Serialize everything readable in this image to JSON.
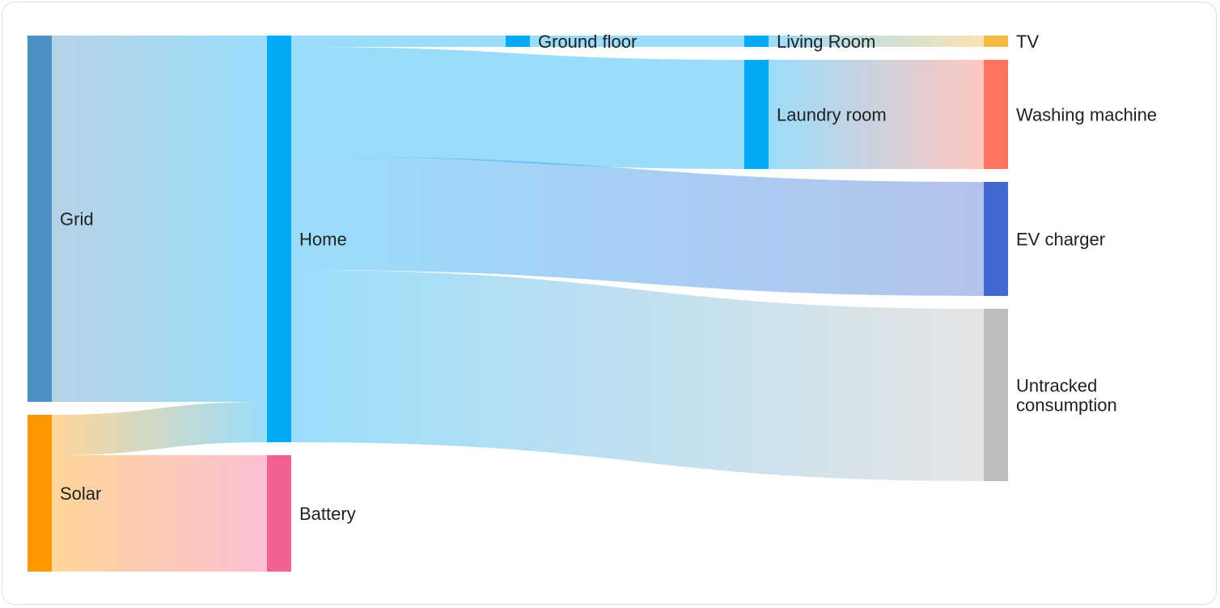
{
  "chart_data": {
    "type": "sankey",
    "nodes": [
      {
        "id": "grid",
        "label": "Grid",
        "color": "#4a90c4",
        "column": 0,
        "value": 4.53
      },
      {
        "id": "solar",
        "label": "Solar",
        "color": "#ff9800",
        "column": 0,
        "value": 1.94
      },
      {
        "id": "home",
        "label": "Home",
        "color": "#03a9f4",
        "column": 1,
        "value": 5.03
      },
      {
        "id": "battery",
        "label": "Battery",
        "color": "#f06292",
        "column": 1,
        "value": 1.44
      },
      {
        "id": "ground_floor",
        "label": "Ground floor",
        "color": "#03a9f4",
        "column": 2,
        "value": 0.14
      },
      {
        "id": "living_room",
        "label": "Living Room",
        "color": "#03a9f4",
        "column": 3,
        "value": 0.14
      },
      {
        "id": "laundry_room",
        "label": "Laundry room",
        "color": "#03a9f4",
        "column": 3,
        "value": 1.35
      },
      {
        "id": "tv",
        "label": "TV",
        "color": "#f4b942",
        "column": 4,
        "value": 0.14
      },
      {
        "id": "washing_machine",
        "label": "Washing machine",
        "color": "#ff7360",
        "column": 4,
        "value": 1.35
      },
      {
        "id": "ev_charger",
        "label": "EV charger",
        "color": "#4367d1",
        "column": 4,
        "value": 1.41
      },
      {
        "id": "untracked",
        "label": [
          "Untracked",
          "consumption"
        ],
        "color": "#bdbdbd",
        "column": 4,
        "value": 2.13
      }
    ],
    "links": [
      {
        "source": "grid",
        "target": "home",
        "value": 4.53
      },
      {
        "source": "solar",
        "target": "home",
        "value": 0.5
      },
      {
        "source": "solar",
        "target": "battery",
        "value": 1.44
      },
      {
        "source": "home",
        "target": "ground_floor",
        "value": 0.14
      },
      {
        "source": "ground_floor",
        "target": "living_room",
        "value": 0.14
      },
      {
        "source": "living_room",
        "target": "tv",
        "value": 0.14
      },
      {
        "source": "home",
        "target": "laundry_room",
        "value": 1.35
      },
      {
        "source": "laundry_room",
        "target": "washing_machine",
        "value": 1.35
      },
      {
        "source": "home",
        "target": "ev_charger",
        "value": 1.41
      },
      {
        "source": "home",
        "target": "untracked",
        "value": 2.13
      }
    ]
  }
}
